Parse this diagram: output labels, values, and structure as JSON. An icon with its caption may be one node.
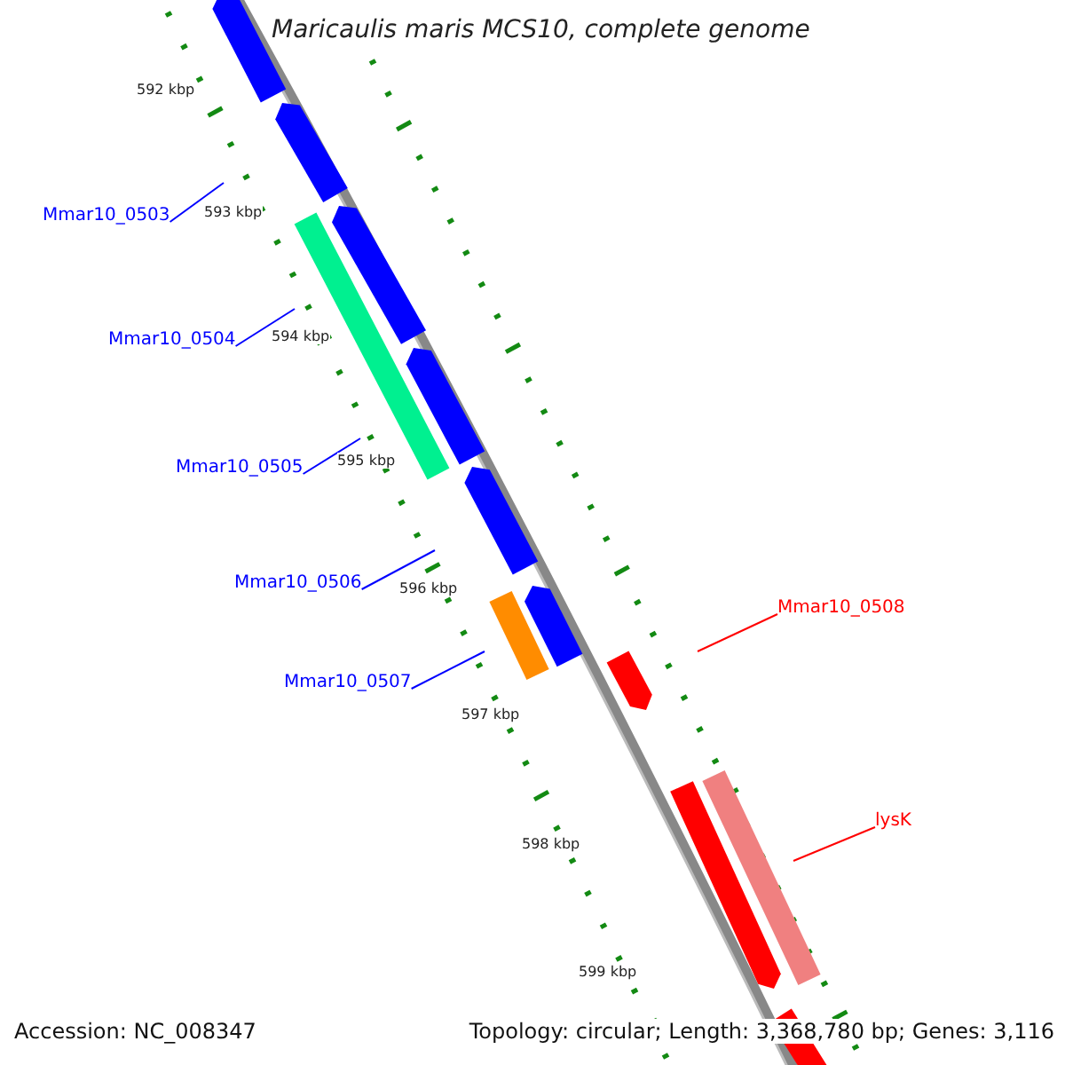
{
  "diagram": {
    "title": "Maricaulis maris MCS10, complete genome",
    "nodes": [
      {
        "text": [
          "Mmar10_0503"
        ]
      },
      {
        "text": [
          "Mmar10_0504"
        ]
      },
      {
        "text": [
          "Mmar10_0505"
        ]
      },
      {
        "text": [
          "Mmar10_0506"
        ]
      },
      {
        "text": [
          "Mmar10_0507"
        ]
      },
      {
        "text": [
          "Mmar10_0508"
        ]
      },
      {
        "text": [
          "lysK"
        ]
      }
    ],
    "edges": [
      {
        "from": 0,
        "to": null,
        "arrow": "none"
      },
      {
        "from": 1,
        "to": null,
        "arrow": "none"
      },
      {
        "from": 2,
        "to": null,
        "arrow": "none"
      },
      {
        "from": 3,
        "to": null,
        "arrow": "none"
      },
      {
        "from": 4,
        "to": null,
        "arrow": "none"
      },
      {
        "from": 5,
        "to": null,
        "arrow": "none",
        "color": "#ff0000"
      },
      {
        "from": 6,
        "to": null,
        "arrow": "none",
        "color": "#ff0000"
      }
    ],
    "labels": [
      "592 kbp",
      "593 kbp",
      "594 kbp",
      "595 kbp",
      "596 kbp",
      "597 kbp",
      "598 kbp",
      "599 kbp",
      "Accession: NC_008347",
      "Topology: circular; Length: 3,368,780 bp; Genes: 3,116"
    ]
  }
}
